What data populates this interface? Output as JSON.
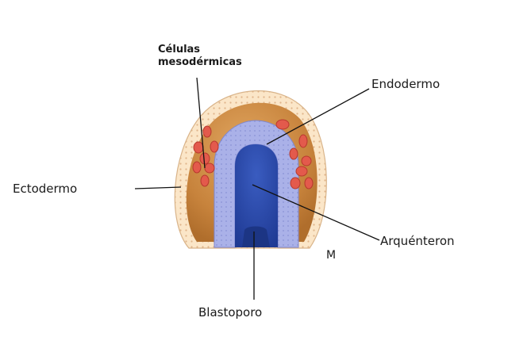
{
  "labels": {
    "celulas_line1": "Células",
    "celulas_line2": "mesodérmicas",
    "endodermo": "Endodermo",
    "ectodermo": "Ectodermo",
    "arquenteron": "Arquénteron",
    "blastoporo": "Blastoporo",
    "m": "M"
  },
  "colors": {
    "ectoderm": "#fbe6c8",
    "ectoderm_dots": "#e0b48a",
    "mesoderm": "#c48038",
    "mesoderm_light": "#e0a65c",
    "mesoderm_cells": "#e2574a",
    "endoderm": "#a9b0e6",
    "archenteron": "#2b4aa8",
    "leader_lines": "#111111"
  }
}
